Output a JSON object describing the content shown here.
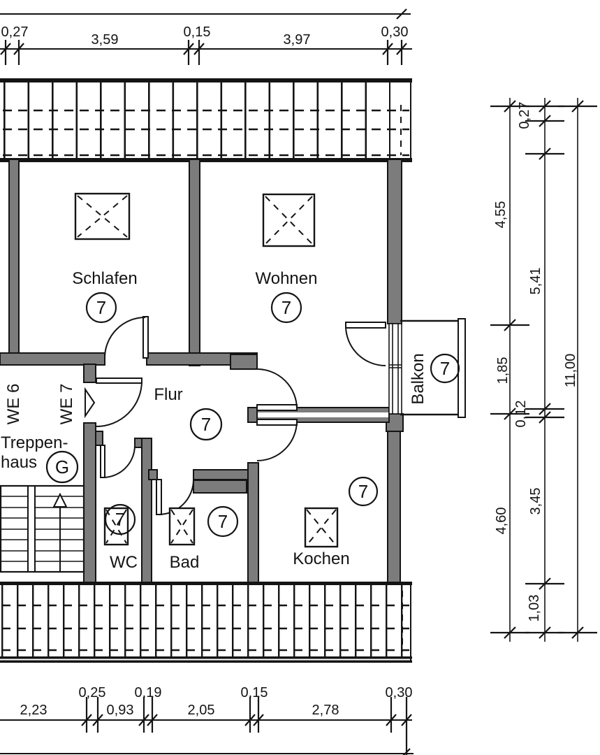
{
  "drawing_type": "apartment floor plan (Dachgeschoss)",
  "colors": {
    "wall": "#7c7c7c",
    "line": "#141414",
    "background": "#ffffff"
  },
  "rooms": {
    "schlafen": {
      "label": "Schlafen",
      "unit": "7"
    },
    "wohnen": {
      "label": "Wohnen",
      "unit": "7"
    },
    "flur": {
      "label": "Flur",
      "unit": "7"
    },
    "wc": {
      "label": "WC",
      "unit": "7"
    },
    "bad": {
      "label": "Bad",
      "unit": "7"
    },
    "kochen": {
      "label": "Kochen",
      "unit": "7"
    },
    "balkon": {
      "label": "Balkon",
      "unit": "7"
    },
    "treppenhaus": {
      "label_top": "Treppen-",
      "label_bottom": "haus",
      "unit": "G"
    }
  },
  "apartments": {
    "we6": "WE 6",
    "we7": "WE 7"
  },
  "dims": {
    "top": [
      "0,27",
      "3,59",
      "0,15",
      "3,97",
      "0,30"
    ],
    "bottom": [
      "2,23",
      "0,25",
      "0,93",
      "0,19",
      "2,05",
      "0,15",
      "2,78",
      "0,30"
    ],
    "right_inner": [
      "4,55",
      "1,85",
      "4,60"
    ],
    "right_middle": [
      "0,27",
      "5,41",
      "0,12",
      "3,45",
      "1,03"
    ],
    "right_outer": [
      "11,00"
    ]
  }
}
